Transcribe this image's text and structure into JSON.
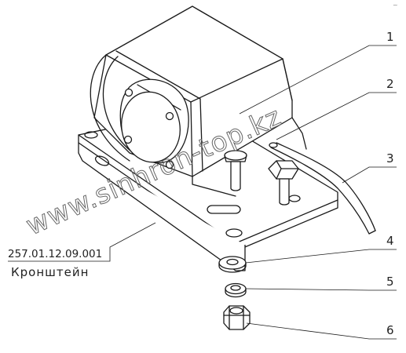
{
  "drawing": {
    "corner_mark": "~",
    "callouts": [
      {
        "id": "1",
        "label": "1"
      },
      {
        "id": "2",
        "label": "2"
      },
      {
        "id": "3",
        "label": "3"
      },
      {
        "id": "4",
        "label": "4"
      },
      {
        "id": "5",
        "label": "5"
      },
      {
        "id": "6",
        "label": "6"
      }
    ],
    "part_label": {
      "code": "257.01.12.09.001",
      "name": "Кронштейн"
    },
    "watermark": "www.sinhron-top.kz"
  }
}
